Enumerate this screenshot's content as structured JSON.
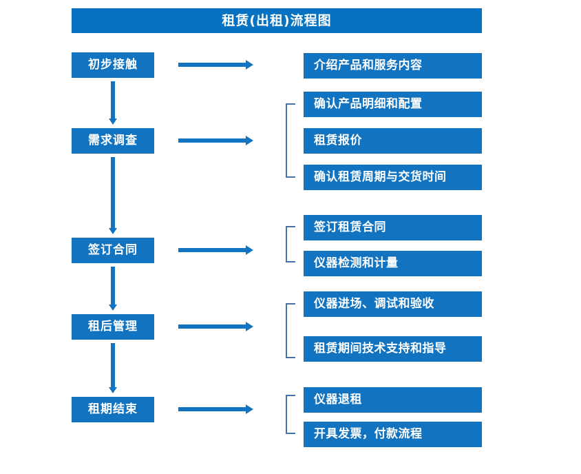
{
  "diagram": {
    "title": "租赁(出租)流程图",
    "colors": {
      "title_bar": "#0771C2",
      "box": "#1273C0",
      "arrow": "#1273C0",
      "bracket": "#4472A8",
      "text": "#ffffff",
      "background": "#ffffff"
    },
    "stages": [
      {
        "label": "初步接触"
      },
      {
        "label": "需求调查"
      },
      {
        "label": "签订合同"
      },
      {
        "label": "租后管理"
      },
      {
        "label": "租期结束"
      }
    ],
    "details": [
      {
        "label": "介绍产品和服务内容"
      },
      {
        "label": "确认产品明细和配置"
      },
      {
        "label": "租赁报价"
      },
      {
        "label": "确认租赁周期与交货时间"
      },
      {
        "label": "签订租赁合同"
      },
      {
        "label": "仪器检测和计量"
      },
      {
        "label": "仪器进场、调试和验收"
      },
      {
        "label": "租赁期间技术支持和指导"
      },
      {
        "label": "仪器退租"
      },
      {
        "label": "开具发票，付款流程"
      }
    ]
  }
}
